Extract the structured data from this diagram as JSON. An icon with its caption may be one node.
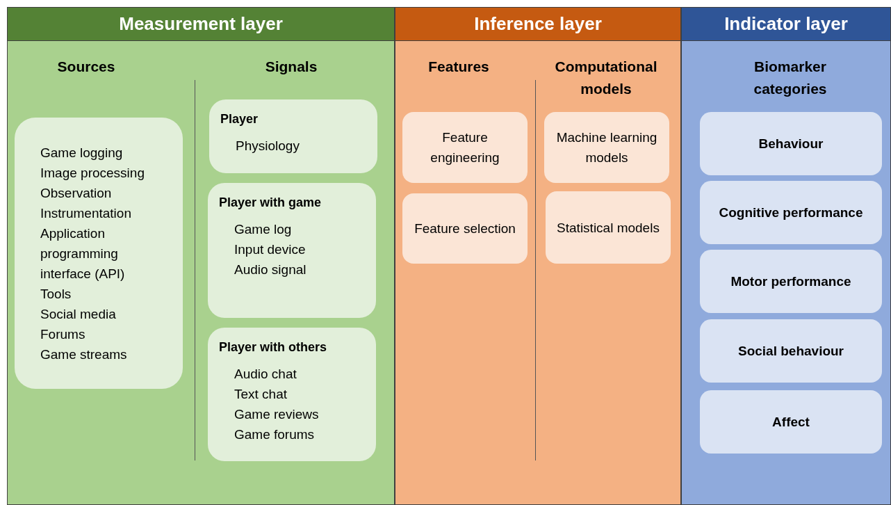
{
  "diagram": {
    "nodes": [
      {
        "text": [
          "Measurement layer"
        ]
      },
      {
        "text": [
          "Game logging",
          "Image processing",
          "Observation",
          "Instrumentation",
          "Application programming interface (API)",
          "Tools",
          "Social media",
          "Forums",
          "Game streams"
        ],
        "in": 0
      },
      {
        "text": [
          "Player",
          "Physiology"
        ],
        "in": 0
      },
      {
        "text": [
          "Player with game",
          "Game log",
          "Input device",
          "Audio signal"
        ],
        "in": 0
      },
      {
        "text": [
          "Player with others",
          "Audio chat",
          "Text chat",
          "Game reviews",
          "Game forums"
        ],
        "in": 0
      },
      {
        "text": [
          "Inference layer"
        ]
      },
      {
        "text": [
          "Feature engineering"
        ],
        "in": 5
      },
      {
        "text": [
          "Feature selection"
        ],
        "in": 5
      },
      {
        "text": [
          "Machine learning models"
        ],
        "in": 5
      },
      {
        "text": [
          "Statistical models"
        ],
        "in": 5
      },
      {
        "text": [
          "Indicator layer"
        ]
      },
      {
        "text": [
          "Behaviour"
        ],
        "in": 10
      },
      {
        "text": [
          "Cognitive performance"
        ],
        "in": 10
      },
      {
        "text": [
          "Motor performance"
        ],
        "in": 10
      },
      {
        "text": [
          "Social behaviour"
        ],
        "in": 10
      },
      {
        "text": [
          "Affect"
        ],
        "in": 10
      }
    ],
    "edges": [],
    "labels": [
      "Sources",
      "Signals",
      "Features",
      "Computational models",
      "Biomarker categories"
    ]
  }
}
